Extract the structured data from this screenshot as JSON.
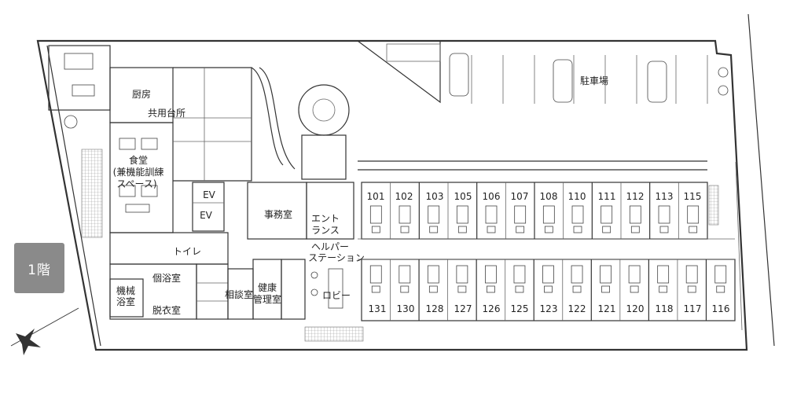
{
  "floor_label": "1階",
  "rooms": {
    "kitchen": "厨房",
    "shared_kitchen": "共用台所",
    "dining": "食堂",
    "dining_sub1": "(兼機能訓練",
    "dining_sub2": "スペース)",
    "ev1": "EV",
    "ev2": "EV",
    "office": "事務室",
    "entrance1": "エント",
    "entrance2": "ランス",
    "toilet": "トイレ",
    "helper1": "ヘルパー",
    "helper2": "ステーション",
    "individual_bath": "個浴室",
    "mech_bath1": "機械",
    "mech_bath2": "浴室",
    "dressing": "脱衣室",
    "consult": "相談室",
    "health1": "健康",
    "health2": "管理室",
    "lobby": "ロビー",
    "parking": "駐車場"
  },
  "units_top": [
    "101",
    "102",
    "103",
    "105",
    "106",
    "107",
    "108",
    "110",
    "111",
    "112",
    "113",
    "115"
  ],
  "units_bottom": [
    "131",
    "130",
    "128",
    "127",
    "126",
    "125",
    "123",
    "122",
    "121",
    "120",
    "118",
    "117",
    "116"
  ]
}
